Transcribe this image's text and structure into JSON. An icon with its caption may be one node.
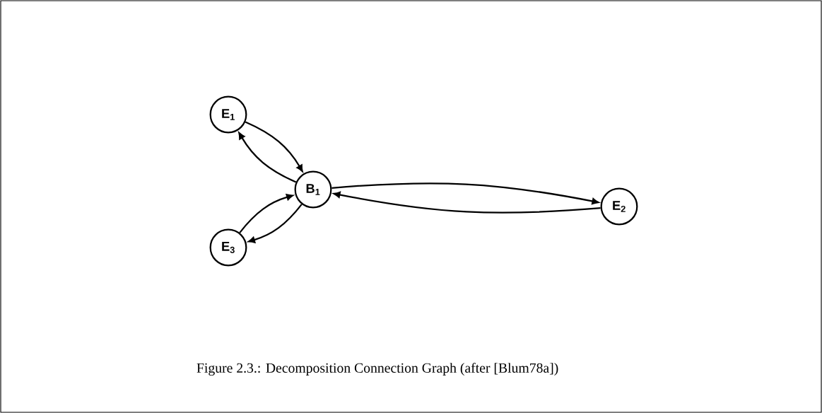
{
  "diagram": {
    "caption": "Figure 2.3.: Decomposition Connection Graph (after [Blum78a])",
    "nodes": [
      {
        "text": [
          "E$_{1}$"
        ]
      },
      {
        "text": [
          "B$_{1}$"
        ]
      },
      {
        "text": [
          "E$_{2}$"
        ]
      },
      {
        "text": [
          "E$_{3}$"
        ]
      }
    ],
    "edges": [
      {
        "from": 0,
        "to": 1,
        "arrow": "to"
      },
      {
        "from": 1,
        "to": 0,
        "arrow": "to"
      },
      {
        "from": 1,
        "to": 2,
        "arrow": "to"
      },
      {
        "from": 2,
        "to": 1,
        "arrow": "to"
      },
      {
        "from": 3,
        "to": 1,
        "arrow": "to"
      },
      {
        "from": 1,
        "to": 3,
        "arrow": "to"
      }
    ]
  }
}
